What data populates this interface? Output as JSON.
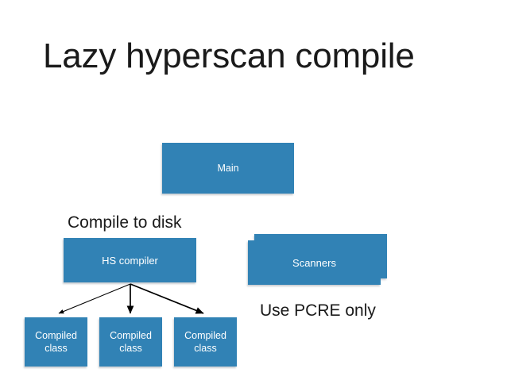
{
  "slide": {
    "title": "Lazy hyperscan compile",
    "background_color": "#ffffff",
    "box_color": "#3182b5",
    "box_text_color": "#ffffff",
    "text_color": "#1a1a1a",
    "arrow_color": "#000000"
  },
  "nodes": {
    "main": {
      "label": "Main"
    },
    "hs_compiler": {
      "label": "HS compiler"
    },
    "scanners": {
      "label": "Scanners"
    },
    "compiled_classes": [
      {
        "label_line1": "Compiled",
        "label_line2": "class"
      },
      {
        "label_line1": "Compiled",
        "label_line2": "class"
      },
      {
        "label_line1": "Compiled",
        "label_line2": "class"
      }
    ]
  },
  "captions": {
    "compile_to_disk": "Compile to disk",
    "use_pcre_only": "Use PCRE only"
  }
}
